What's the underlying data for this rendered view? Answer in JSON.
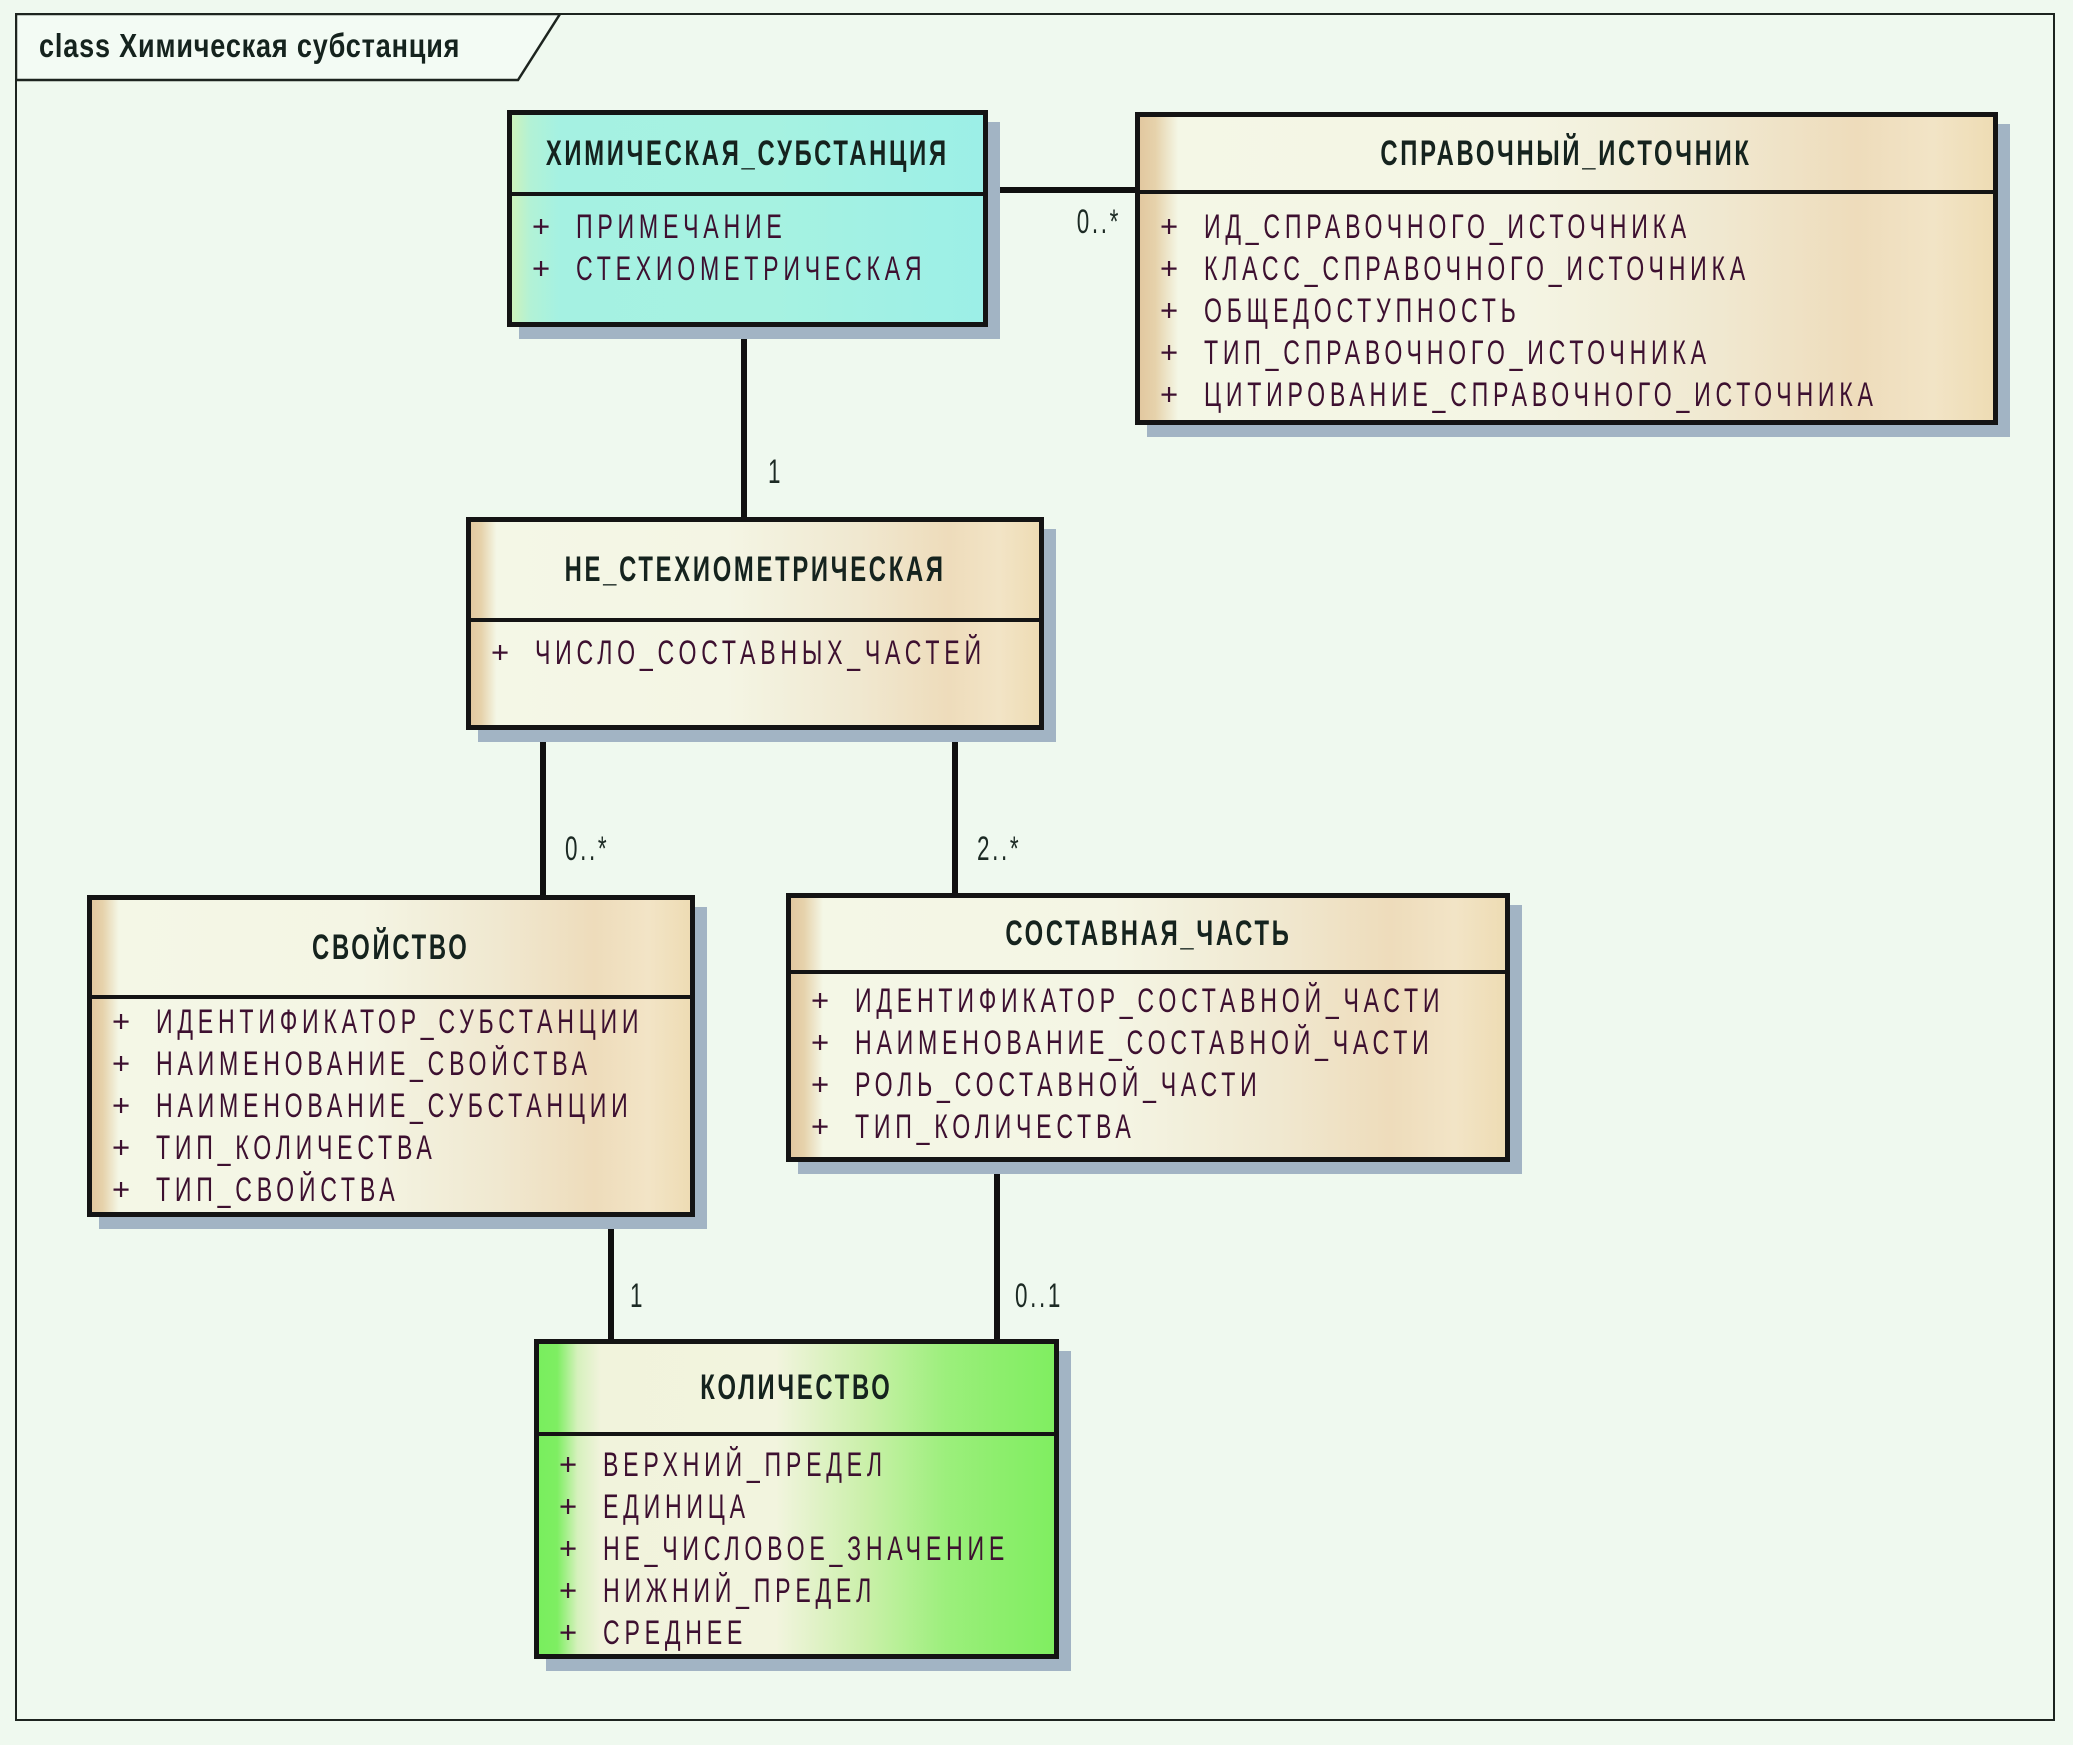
{
  "diagram": {
    "tab_title": "class Химическая субстанция",
    "visibility_marker": "+"
  },
  "classes": [
    {
      "name": "ХИМИЧЕСКАЯ_СУБСТАНЦИЯ",
      "attributes": [
        "ПРИМЕЧАНИЕ",
        "СТЕХИОМЕТРИЧЕСКАЯ"
      ]
    },
    {
      "name": "СПРАВОЧНЫЙ_ИСТОЧНИК",
      "attributes": [
        "ИД_СПРАВОЧНОГО_ИСТОЧНИКА",
        "КЛАСС_СПРАВОЧНОГО_ИСТОЧНИКА",
        "ОБЩЕДОСТУПНОСТЬ",
        "ТИП_СПРАВОЧНОГО_ИСТОЧНИКА",
        "ЦИТИРОВАНИЕ_СПРАВОЧНОГО_ИСТОЧНИКА"
      ]
    },
    {
      "name": "НЕ_СТЕХИОМЕТРИЧЕСКАЯ",
      "attributes": [
        "ЧИСЛО_СОСТАВНЫХ_ЧАСТЕЙ"
      ]
    },
    {
      "name": "СВОЙСТВО",
      "attributes": [
        "ИДЕНТИФИКАТОР_СУБСТАНЦИИ",
        "НАИМЕНОВАНИЕ_СВОЙСТВА",
        "НАИМЕНОВАНИЕ_СУБСТАНЦИИ",
        "ТИП_КОЛИЧЕСТВА",
        "ТИП_СВОЙСТВА"
      ]
    },
    {
      "name": "СОСТАВНАЯ_ЧАСТЬ",
      "attributes": [
        "ИДЕНТИФИКАТОР_СОСТАВНОЙ_ЧАСТИ",
        "НАИМЕНОВАНИЕ_СОСТАВНОЙ_ЧАСТИ",
        "РОЛЬ_СОСТАВНОЙ_ЧАСТИ",
        "ТИП_КОЛИЧЕСТВА"
      ]
    },
    {
      "name": "КОЛИЧЕСТВО",
      "attributes": [
        "ВЕРХНИЙ_ПРЕДЕЛ",
        "ЕДИНИЦА",
        "НЕ_ЧИСЛОВОЕ_ЗНАЧЕНИЕ",
        "НИЖНИЙ_ПРЕДЕЛ",
        "СРЕДНЕЕ"
      ]
    }
  ],
  "relations": {
    "substance_refsource": "0..*",
    "substance_nonstoich": "1",
    "nonstoich_property": "0..*",
    "nonstoich_component": "2..*",
    "property_quantity": "1",
    "component_quantity": "0..1"
  },
  "colors": {
    "canvas_bg": "#eff9ef",
    "box_border": "#141414",
    "shadow": "#a2b4c4",
    "attribute_text": "#3d1030",
    "title_text": "#15231e",
    "substance_fill": "#a5f1e2",
    "default_fill": "#f4f5e4",
    "quantity_fill": "#8cee6c"
  }
}
